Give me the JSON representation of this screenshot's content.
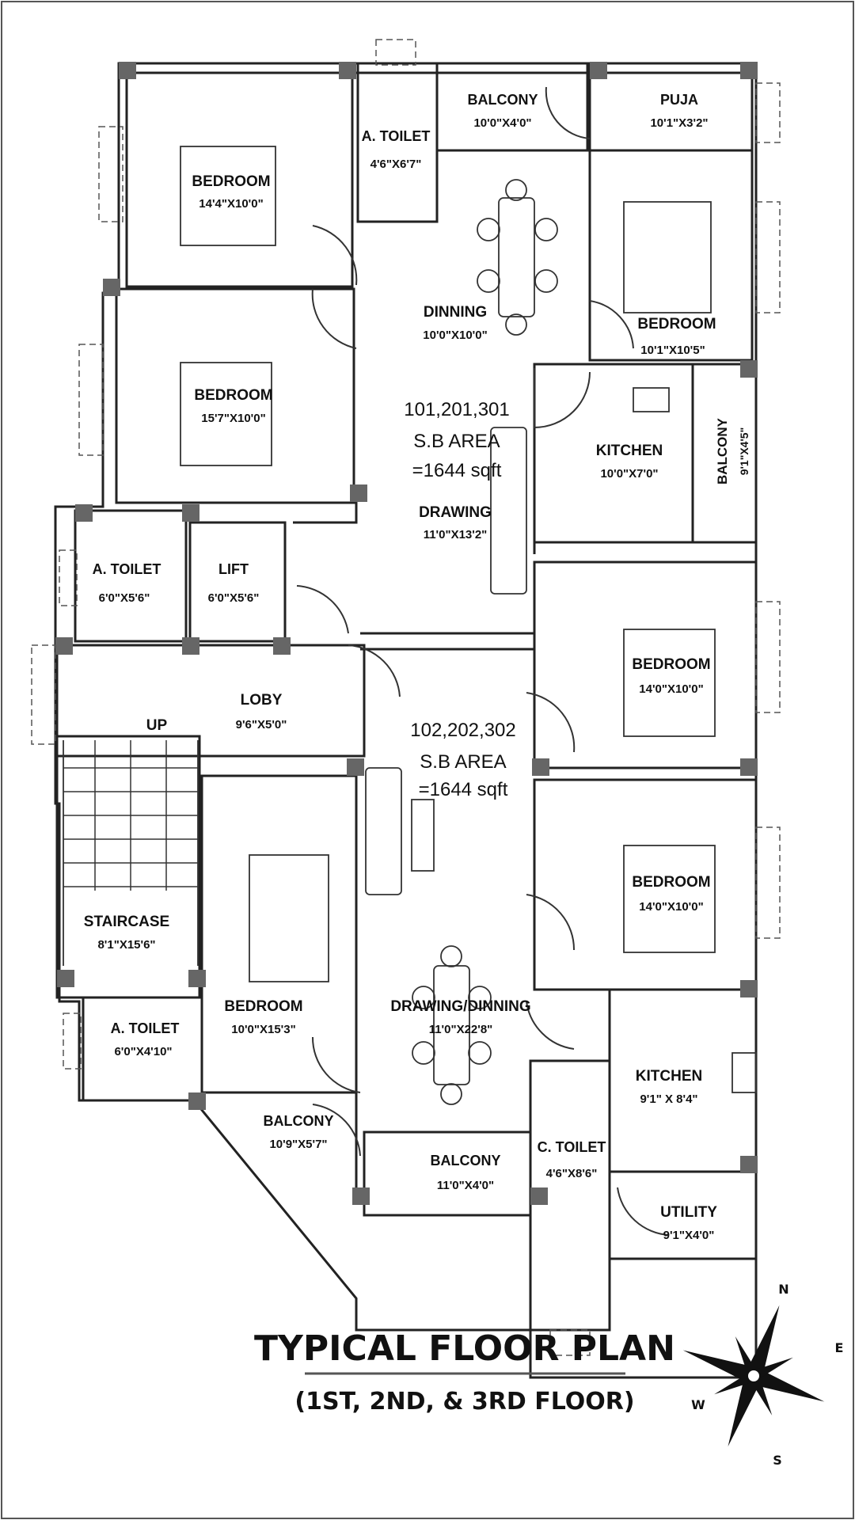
{
  "rooms": [
    {
      "id": "bedroom-1",
      "name": "BEDROOM",
      "dims": "14'4\"X10'0\""
    },
    {
      "id": "a-toilet-1",
      "name": "A. TOILET",
      "dims": "4'6\"X6'7\""
    },
    {
      "id": "balcony-1",
      "name": "BALCONY",
      "dims": "10'0\"X4'0\""
    },
    {
      "id": "puja",
      "name": "PUJA",
      "dims": "10'1\"X3'2\""
    },
    {
      "id": "dinning",
      "name": "DINNING",
      "dims": "10'0\"X10'0\""
    },
    {
      "id": "bedroom-2",
      "name": "BEDROOM",
      "dims": "10'1\"X10'5\""
    },
    {
      "id": "bedroom-3",
      "name": "BEDROOM",
      "dims": "15'7\"X10'0\""
    },
    {
      "id": "kitchen-1",
      "name": "KITCHEN",
      "dims": "10'0\"X7'0\""
    },
    {
      "id": "balcony-2",
      "name": "BALCONY",
      "dims": "9'1\"X4'5\""
    },
    {
      "id": "drawing",
      "name": "DRAWING",
      "dims": "11'0\"X13'2\""
    },
    {
      "id": "a-toilet-2",
      "name": "A. TOILET",
      "dims": "6'0\"X5'6\""
    },
    {
      "id": "lift",
      "name": "LIFT",
      "dims": "6'0\"X5'6\""
    },
    {
      "id": "bedroom-4",
      "name": "BEDROOM",
      "dims": "14'0\"X10'0\""
    },
    {
      "id": "loby",
      "name": "LOBY",
      "dims": "9'6\"X5'0\""
    },
    {
      "id": "bedroom-5",
      "name": "BEDROOM",
      "dims": "14'0\"X10'0\""
    },
    {
      "id": "staircase",
      "name": "STAIRCASE",
      "dims": "8'1\"X15'6\""
    },
    {
      "id": "bedroom-6",
      "name": "BEDROOM",
      "dims": "10'0\"X15'3\""
    },
    {
      "id": "drawing-dinning",
      "name": "DRAWING/DINNING",
      "dims": "11'0\"X22'8\""
    },
    {
      "id": "a-toilet-3",
      "name": "A. TOILET",
      "dims": "6'0\"X4'10\""
    },
    {
      "id": "kitchen-2",
      "name": "KITCHEN",
      "dims": "9'1\" X 8'4\""
    },
    {
      "id": "balcony-3",
      "name": "BALCONY",
      "dims": "10'9\"X5'7\""
    },
    {
      "id": "balcony-4",
      "name": "BALCONY",
      "dims": "11'0\"X4'0\""
    },
    {
      "id": "c-toilet",
      "name": "C. TOILET",
      "dims": "4'6\"X8'6\""
    },
    {
      "id": "utility",
      "name": "UTILITY",
      "dims": "9'1\"X4'0\""
    }
  ],
  "flats": [
    {
      "units": "101,201,301",
      "area_label": "S.B AREA",
      "area_value": "=1644 sqft"
    },
    {
      "units": "102,202,302",
      "area_label": "S.B AREA",
      "area_value": "=1644 sqft"
    }
  ],
  "stair_direction": "UP",
  "title": "TYPICAL FLOOR PLAN",
  "subtitle": "(1ST, 2ND,  & 3RD FLOOR)",
  "compass": {
    "n": "N",
    "e": "E",
    "w": "W",
    "s": "S"
  },
  "colors": {
    "wall": "#222222",
    "column": "#666666",
    "background": "#ffffff"
  }
}
